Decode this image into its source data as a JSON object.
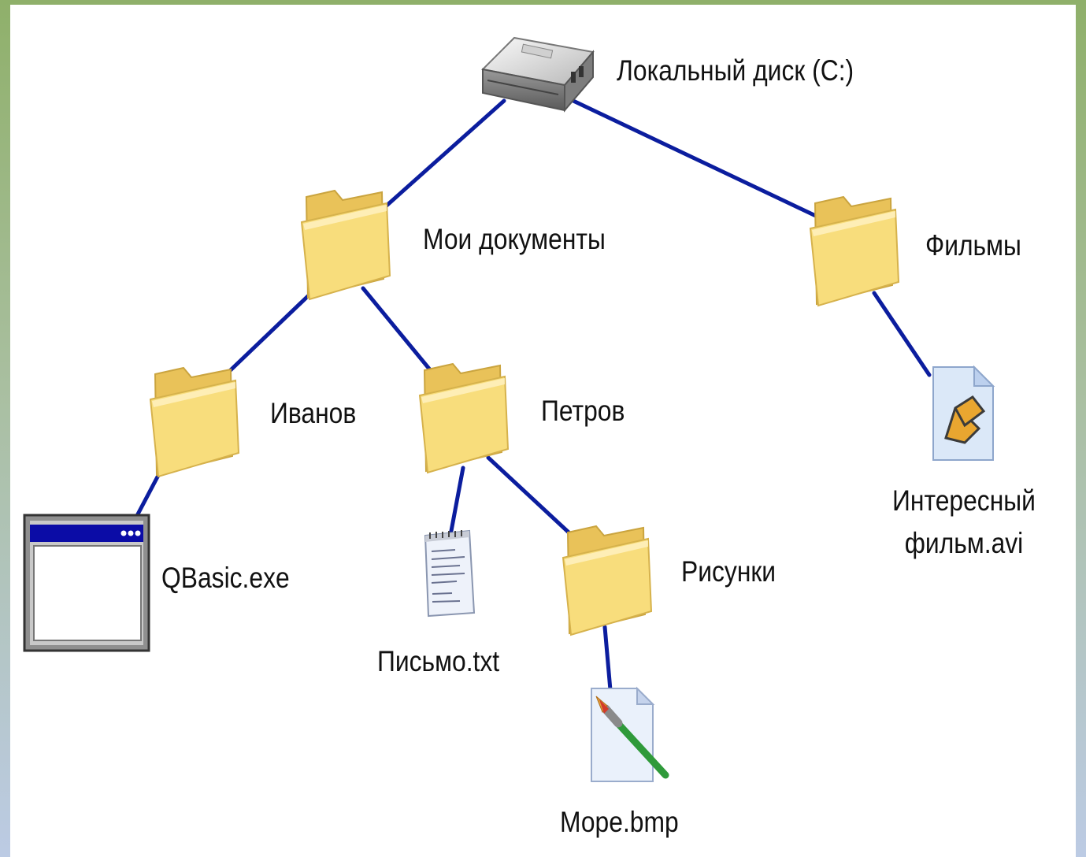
{
  "tree": {
    "root": {
      "label": "Локальный диск (C:)",
      "icon": "hard-drive-icon"
    },
    "moi_dokumenty": {
      "label": "Мои документы",
      "icon": "folder-icon"
    },
    "filmy": {
      "label": "Фильмы",
      "icon": "folder-icon"
    },
    "ivanov": {
      "label": "Иванов",
      "icon": "folder-icon"
    },
    "petrov": {
      "label": "Петров",
      "icon": "folder-icon"
    },
    "qbasic": {
      "label": "QBasic.exe",
      "icon": "application-window-icon"
    },
    "pismo": {
      "label": "Письмо.txt",
      "icon": "text-document-icon"
    },
    "risunki": {
      "label": "Рисунки",
      "icon": "folder-icon"
    },
    "more": {
      "label": "Море.bmp",
      "icon": "bitmap-image-icon"
    },
    "film_avi": {
      "label_line1": "Интересный",
      "label_line2": "фильм.avi",
      "icon": "video-file-icon"
    }
  },
  "colors": {
    "connector": "#0b1d9e",
    "folder": "#f7dc7d",
    "background_frame": "#a9bfa0"
  }
}
